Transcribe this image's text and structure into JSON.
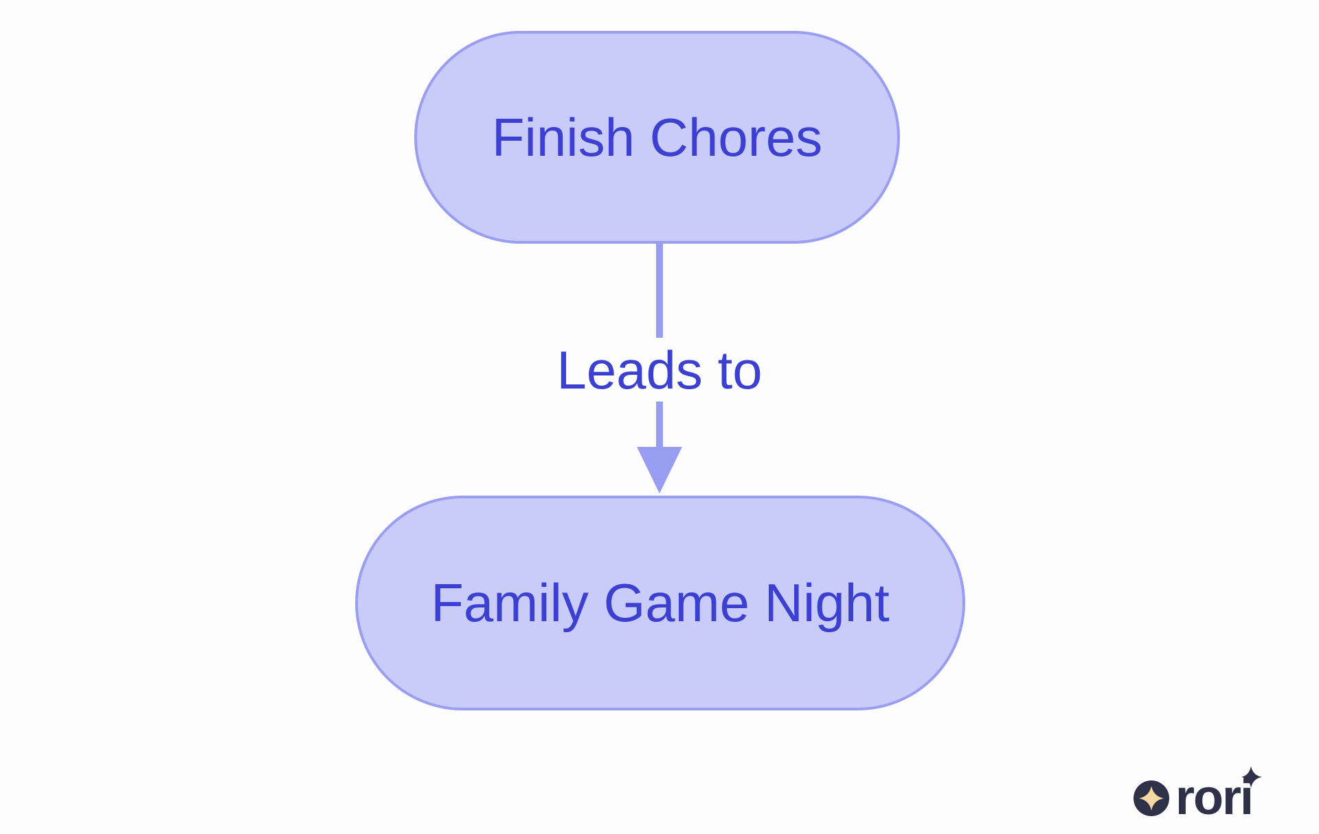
{
  "diagram": {
    "type": "flowchart",
    "direction": "top-down",
    "nodes": [
      {
        "id": "finish-chores",
        "shape": "rounded-pill",
        "label": "Finish Chores"
      },
      {
        "id": "family-game-night",
        "shape": "rounded-pill",
        "label": "Family Game Night"
      }
    ],
    "edges": [
      {
        "from": "finish-chores",
        "to": "family-game-night",
        "label": "Leads to",
        "arrow": "down"
      }
    ],
    "colors": {
      "background": "#fdfdfe",
      "node_fill": "#c9cbf8",
      "node_border": "#9a9ef0",
      "node_text": "#3b40d0",
      "edge_label_text": "#3b40d0",
      "arrow": "#999df2"
    }
  },
  "logo": {
    "brand": "rori",
    "icon": "sparkle-in-circle-icon",
    "colors": {
      "mark": "#2e3148",
      "star": "#f6d9a2"
    }
  }
}
